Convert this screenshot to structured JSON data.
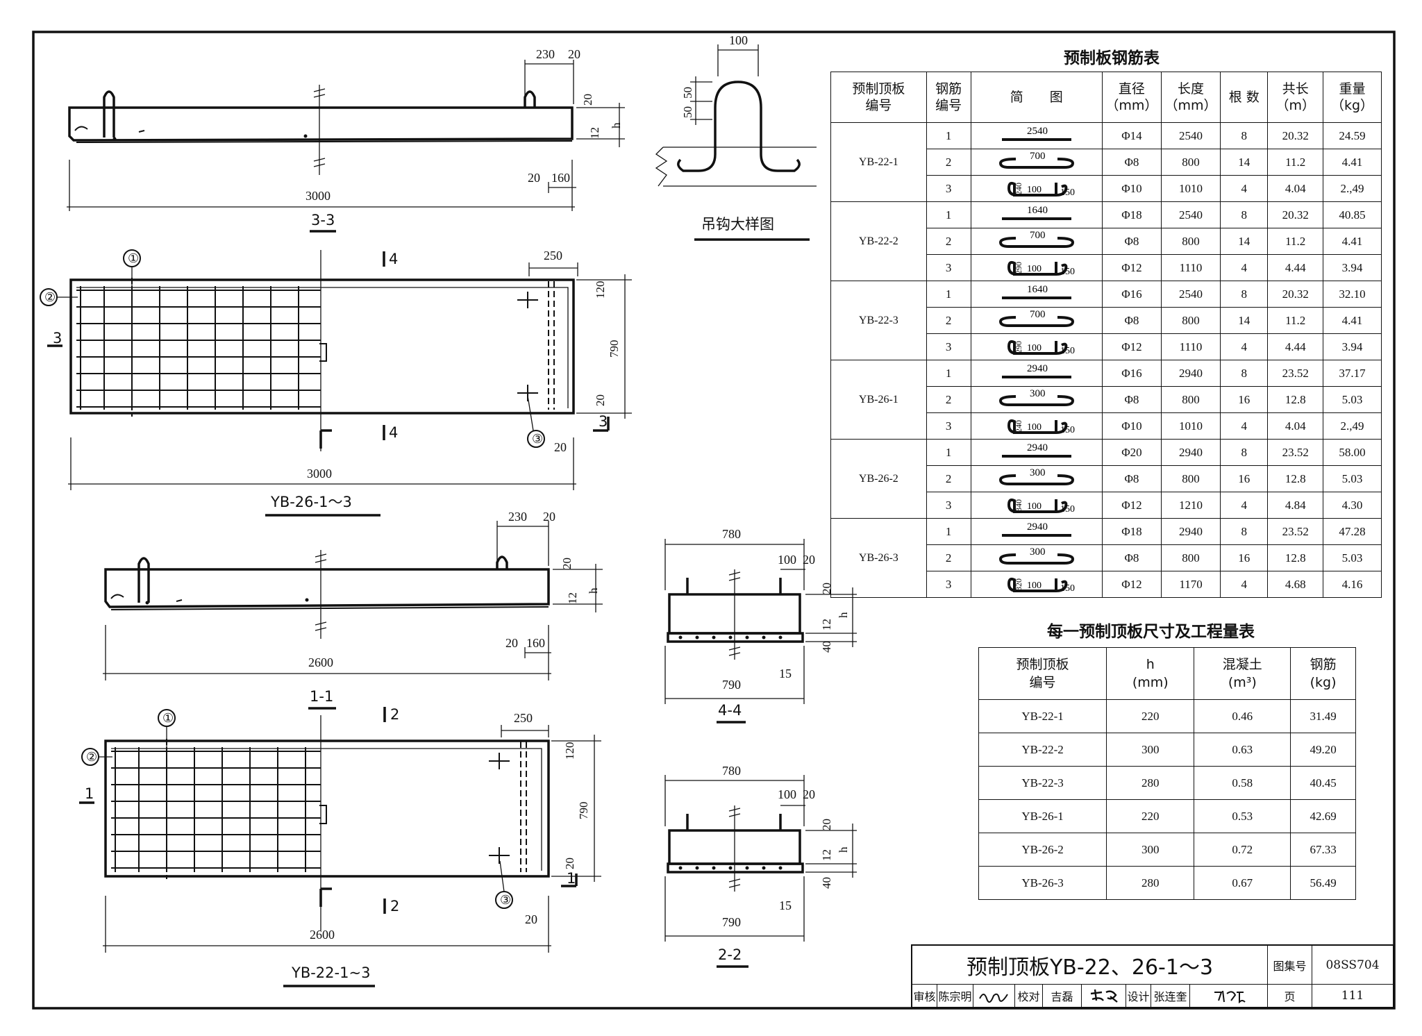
{
  "drawing": {
    "view_titles": {
      "sec_3_3": "3-3",
      "plan_26": "YB-26-1～3",
      "sec_1_1": "1-1",
      "plan_22": "YB-22-1~3",
      "sec_4_4": "4-4",
      "sec_2_2": "2-2",
      "hook_detail": "吊钩大样图"
    },
    "cut_marks": {
      "n1": "1",
      "n2": "2",
      "n3": "3",
      "n4": "4"
    },
    "callouts": {
      "c1": "①",
      "c2": "②",
      "c3": "③"
    },
    "dims": {
      "d3000": "3000",
      "d2600": "2600",
      "d230": "230",
      "d20": "20",
      "d160": "160",
      "d12": "12",
      "dh": "h",
      "d250": "250",
      "d120": "120",
      "d790": "790",
      "d780": "780",
      "d100": "100",
      "d40": "40",
      "d15": "15",
      "d50": "50"
    }
  },
  "rebar_table": {
    "title": "预制板钢筋表",
    "headers": [
      "预制顶板\n编号",
      "钢筋\n编号",
      "简　　图",
      "直径\n（mm）",
      "长度\n（mm）",
      "根 数",
      "共长\n（m）",
      "重量\n（kg）"
    ],
    "groups": [
      {
        "name": "YB-22-1",
        "rows": [
          {
            "no": "1",
            "shape": "straight",
            "s1": "2540",
            "dia": "Φ14",
            "len": "2540",
            "cnt": "8",
            "tot": "20.32",
            "wt": "24.59"
          },
          {
            "no": "2",
            "shape": "c",
            "s1": "700",
            "dia": "Φ8",
            "len": "800",
            "cnt": "14",
            "tot": "11.2",
            "wt": "4.41"
          },
          {
            "no": "3",
            "shape": "u",
            "s1": "240",
            "s2": "100",
            "s3": "150",
            "dia": "Φ10",
            "len": "1010",
            "cnt": "4",
            "tot": "4.04",
            "wt": "2.,49"
          }
        ]
      },
      {
        "name": "YB-22-2",
        "rows": [
          {
            "no": "1",
            "shape": "straight",
            "s1": "1640",
            "dia": "Φ18",
            "len": "2540",
            "cnt": "8",
            "tot": "20.32",
            "wt": "40.85"
          },
          {
            "no": "2",
            "shape": "c",
            "s1": "700",
            "dia": "Φ8",
            "len": "800",
            "cnt": "14",
            "tot": "11.2",
            "wt": "4.41"
          },
          {
            "no": "3",
            "shape": "u",
            "s1": "290",
            "s2": "100",
            "s3": "150",
            "dia": "Φ12",
            "len": "1110",
            "cnt": "4",
            "tot": "4.44",
            "wt": "3.94"
          }
        ]
      },
      {
        "name": "YB-22-3",
        "rows": [
          {
            "no": "1",
            "shape": "straight",
            "s1": "1640",
            "dia": "Φ16",
            "len": "2540",
            "cnt": "8",
            "tot": "20.32",
            "wt": "32.10"
          },
          {
            "no": "2",
            "shape": "c",
            "s1": "700",
            "dia": "Φ8",
            "len": "800",
            "cnt": "14",
            "tot": "11.2",
            "wt": "4.41"
          },
          {
            "no": "3",
            "shape": "u",
            "s1": "290",
            "s2": "100",
            "s3": "150",
            "dia": "Φ12",
            "len": "1110",
            "cnt": "4",
            "tot": "4.44",
            "wt": "3.94"
          }
        ]
      },
      {
        "name": "YB-26-1",
        "rows": [
          {
            "no": "1",
            "shape": "straight",
            "s1": "2940",
            "dia": "Φ16",
            "len": "2940",
            "cnt": "8",
            "tot": "23.52",
            "wt": "37.17"
          },
          {
            "no": "2",
            "shape": "c",
            "s1": "300",
            "dia": "Φ8",
            "len": "800",
            "cnt": "16",
            "tot": "12.8",
            "wt": "5.03"
          },
          {
            "no": "3",
            "shape": "u",
            "s1": "240",
            "s2": "100",
            "s3": "150",
            "dia": "Φ10",
            "len": "1010",
            "cnt": "4",
            "tot": "4.04",
            "wt": "2.,49"
          }
        ]
      },
      {
        "name": "YB-26-2",
        "rows": [
          {
            "no": "1",
            "shape": "straight",
            "s1": "2940",
            "dia": "Φ20",
            "len": "2940",
            "cnt": "8",
            "tot": "23.52",
            "wt": "58.00"
          },
          {
            "no": "2",
            "shape": "c",
            "s1": "300",
            "dia": "Φ8",
            "len": "800",
            "cnt": "16",
            "tot": "12.8",
            "wt": "5.03"
          },
          {
            "no": "3",
            "shape": "u",
            "s1": "340",
            "s2": "100",
            "s3": "150",
            "dia": "Φ12",
            "len": "1210",
            "cnt": "4",
            "tot": "4.84",
            "wt": "4.30"
          }
        ]
      },
      {
        "name": "YB-26-3",
        "rows": [
          {
            "no": "1",
            "shape": "straight",
            "s1": "2940",
            "dia": "Φ18",
            "len": "2940",
            "cnt": "8",
            "tot": "23.52",
            "wt": "47.28"
          },
          {
            "no": "2",
            "shape": "c",
            "s1": "300",
            "dia": "Φ8",
            "len": "800",
            "cnt": "16",
            "tot": "12.8",
            "wt": "5.03"
          },
          {
            "no": "3",
            "shape": "u",
            "s1": "320",
            "s2": "100",
            "s3": "150",
            "dia": "Φ12",
            "len": "1170",
            "cnt": "4",
            "tot": "4.68",
            "wt": "4.16"
          }
        ]
      }
    ]
  },
  "qty_table": {
    "title": "每一预制顶板尺寸及工程量表",
    "headers": [
      "预制顶板\n编号",
      "h\n(mm)",
      "混凝土\n(m³)",
      "钢筋\n(kg)"
    ],
    "rows": [
      [
        "YB-22-1",
        "220",
        "0.46",
        "31.49"
      ],
      [
        "YB-22-2",
        "300",
        "0.63",
        "49.20"
      ],
      [
        "YB-22-3",
        "280",
        "0.58",
        "40.45"
      ],
      [
        "YB-26-1",
        "220",
        "0.53",
        "42.69"
      ],
      [
        "YB-26-2",
        "300",
        "0.72",
        "67.33"
      ],
      [
        "YB-26-3",
        "280",
        "0.67",
        "56.49"
      ]
    ]
  },
  "title_block": {
    "title": "预制顶板YB-22、26-1～3",
    "atlas_label": "图集号",
    "atlas_no": "08SS704",
    "review_label": "审核",
    "reviewer": "陈宗明",
    "check_label": "校对",
    "checker": "吉磊",
    "design_label": "设计",
    "designer": "张连奎",
    "page_label": "页",
    "page_no": "111"
  }
}
